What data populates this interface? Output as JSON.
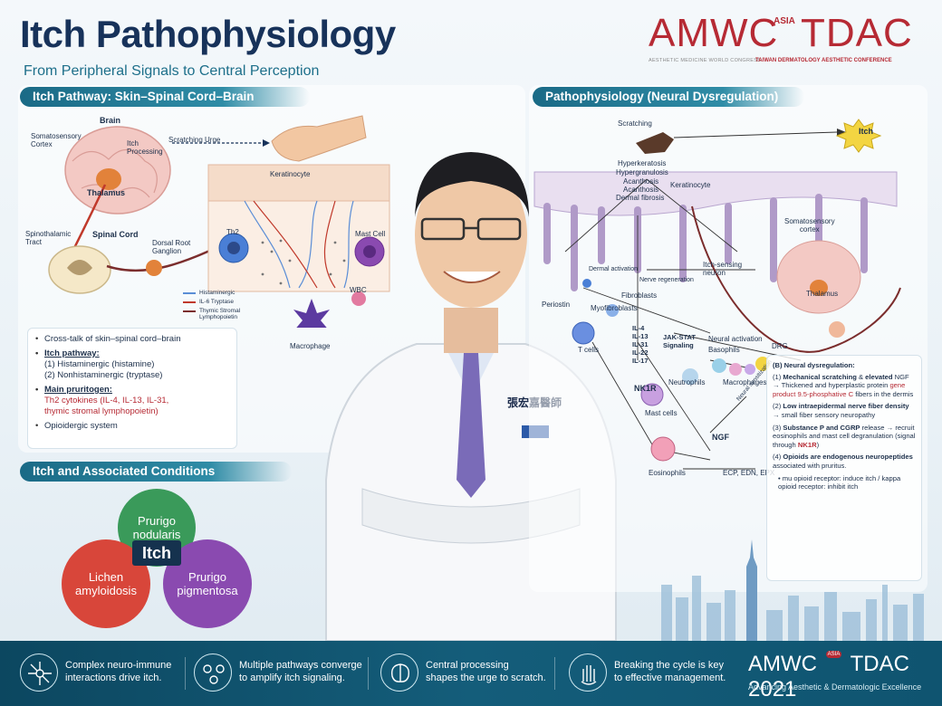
{
  "header": {
    "title": "Itch Pathophysiology",
    "subtitle": "From Peripheral Signals to Central Perception"
  },
  "logo": {
    "amwc": "AMWC",
    "asia": "ASIA",
    "tdac": "TDAC",
    "tagline_left": "AESTHETIC MEDICINE WORLD CONGRESS",
    "tagline_right": "TAIWAN DERMATOLOGY AESTHETIC CONFERENCE"
  },
  "left_panel": {
    "heading": "Itch Pathway: Skin–Spinal Cord–Brain",
    "labels": {
      "brain": "Brain",
      "somatosensory": "Somatosensory\nCortex",
      "itch_processing": "Itch\nProcessing",
      "scratching_urge": "Scratching Urge",
      "thalamus": "Thalamus",
      "spinothalamic": "Spinothalamic\nTract",
      "spinal_cord": "Spinal Cord",
      "drg": "Dorsal Root\nGanglion",
      "keratinocyte": "Keratinocyte",
      "th2": "Th2",
      "mast_cell": "Mast Cell",
      "wbc": "WBC",
      "macrophage": "Macrophage",
      "legend_1": "Histaminergic",
      "legend_2": "IL-6   Tryptase",
      "legend_3": "Thymic Stromal\nLymphopoietin"
    },
    "notes": {
      "crosstalk": "Cross-talk of skin–spinal cord–brain",
      "itch_pathway": "Itch pathway:",
      "pathway_1": "(1) Histaminergic (histamine)",
      "pathway_2": "(2) Nonhistaminergic (tryptase)",
      "main_pruritogen": "Main pruritogen:",
      "pruritogen_detail": "Th2 cytokines (IL-4, IL-13, IL-31,\nthymic stromal lymphopoietin)",
      "opioid": "Opioidergic system"
    }
  },
  "conditions": {
    "heading": "Itch and Associated Conditions",
    "center": "Itch",
    "top": "Prurigo\nnodularis",
    "left": "Lichen\namyloidosis",
    "right": "Prurigo\npigmentosa"
  },
  "doctor": {
    "name_badge": "張宏嘉醫師"
  },
  "right_panel": {
    "heading": "Pathophysiology (Neural Dysregulation)",
    "labels": {
      "scratching": "Scratching",
      "itch": "Itch",
      "hyperkeratosis": "Hyperkeratosis",
      "hypergranulosis": "Hypergranulosis",
      "acanthosis1": "Acanthosis",
      "acanthosis2": "Acanthosis",
      "dermal_fibrosis": "Dermal fibrosis",
      "keratinocyte": "Keratinocyte",
      "somatosensory": "Somatosensory\ncortex",
      "thalamus": "Thalamus",
      "dermal_activation": "Dermal activation",
      "nerve_regeneration": "Nerve regeneration",
      "itch_neuron": "Itch-sensing\nneuron",
      "periostin": "Periostin",
      "fibroblasts": "Fibroblasts",
      "myofibroblasts": "Myofibroblasts",
      "t_cells": "T cells",
      "cytokines": "IL-4\nIL-13\nIL-31\nIL-22\nIL-17",
      "jak_stat": "JAK-STAT\nSignaling",
      "neural_activation": "Neural activation",
      "basophils": "Basophils",
      "drg": "DRG",
      "neutrophils": "Neutrophils",
      "macrophages": "Macrophages",
      "nk1r": "NK1R",
      "mast_cells": "Mast cells",
      "neural_sensitization": "Neural sensitization",
      "ngf": "NGF",
      "eosinophils": "Eosinophils",
      "ecp": "ECP, EDN, EPX"
    },
    "notes": {
      "heading": "(B) Neural dysregulation:",
      "n1_a": "(1) ",
      "n1_b": "Mechanical scratching",
      "n1_c": " & ",
      "n1_d": "elevated",
      "n1_e": " NGF → Thickened and hyperplastic protein ",
      "n1_f": "gene product 9.5-phosphative C",
      "n1_g": " fibers in the dermis",
      "n2_a": "(2) ",
      "n2_b": "Low intraepidermal nerve fiber density",
      "n2_c": " → small fiber sensory neuropathy",
      "n3_a": "(3) ",
      "n3_b": "Substance P and CGRP",
      "n3_c": " release → recruit eosinophils and mast cell degranulation (signal through ",
      "n3_d": "NK1R",
      "n3_e": ")",
      "n4_a": "(4) ",
      "n4_b": "Opioids are endogenous neuropeptides",
      "n4_c": " associated with pruritus.",
      "n4_d": "• mu opioid receptor: induce itch / kappa opioid receptor: inhibit itch"
    }
  },
  "footer": {
    "item1": "Complex neuro-immune\ninteractions drive itch.",
    "item2": "Multiple pathways converge\nto amplify itch signaling.",
    "item3": "Central processing\nshapes the urge to scratch.",
    "item4": "Breaking the cycle is key\nto effective management.",
    "logo": "AMWC",
    "logo_asia": "ASIA",
    "logo_tdac": "TDAC 2021",
    "logo_tagline": "Advancing Aesthetic & Dermatologic Excellence"
  },
  "colors": {
    "navy": "#17325a",
    "teal": "#1a6a86",
    "accent_red": "#b62a34",
    "green": "#3a9a5a",
    "red": "#d8463a",
    "purple": "#8a4ab0"
  }
}
